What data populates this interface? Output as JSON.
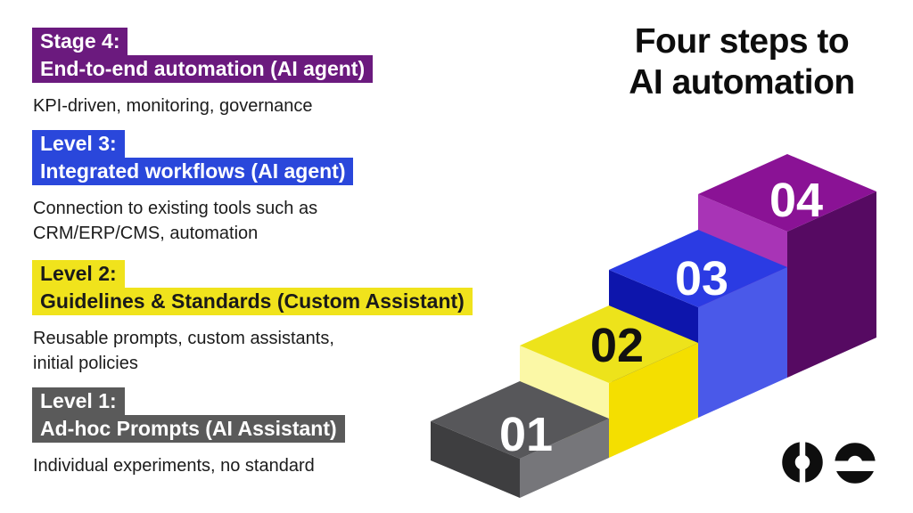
{
  "title": {
    "line1": "Four steps to",
    "line2": "AI automation"
  },
  "levels": [
    {
      "label_line1": "Stage 4:",
      "label_line2": "End-to-end automation (AI agent)",
      "desc_line1": "KPI-driven, monitoring, governance",
      "desc_line2": "",
      "highlight_color": "#6B1A7E",
      "text_color": "#FFFFFF"
    },
    {
      "label_line1": "Level 3:",
      "label_line2": "Integrated workflows (AI agent)",
      "desc_line1": "Connection to existing tools such as",
      "desc_line2": "CRM/ERP/CMS, automation",
      "highlight_color": "#2A47DB",
      "text_color": "#FFFFFF"
    },
    {
      "label_line1": "Level 2:",
      "label_line2": "Guidelines & Standards (Custom Assistant)",
      "desc_line1": "Reusable prompts, custom assistants,",
      "desc_line2": "initial policies",
      "highlight_color": "#F0E31C",
      "text_color": "#1A1A1A"
    },
    {
      "label_line1": "Level 1:",
      "label_line2": "Ad-hoc Prompts (AI Assistant)",
      "desc_line1": "Individual experiments, no standard",
      "desc_line2": "",
      "highlight_color": "#5A5A5A",
      "text_color": "#FFFFFF"
    }
  ],
  "steps": [
    {
      "number": "01",
      "label_color": "#FFFFFF",
      "colors": {
        "top": "#57575A",
        "left": "#3E3E40",
        "right": "#76767A"
      }
    },
    {
      "number": "02",
      "label_color": "#111111",
      "colors": {
        "top": "#EDE31B",
        "left": "#FBF8A6",
        "right": "#F4DF00"
      }
    },
    {
      "number": "03",
      "label_color": "#FFFFFF",
      "colors": {
        "top": "#2B3BE3",
        "left": "#0D15AC",
        "right": "#4A59E9"
      }
    },
    {
      "number": "04",
      "label_color": "#FFFFFF",
      "colors": {
        "top": "#8A1295",
        "left": "#A834B6",
        "right": "#560A62"
      }
    }
  ],
  "logo": {
    "color": "#0E0E0E",
    "ring_left": "split-vertical-ring-icon",
    "ring_right": "split-horizontal-ring-icon"
  }
}
